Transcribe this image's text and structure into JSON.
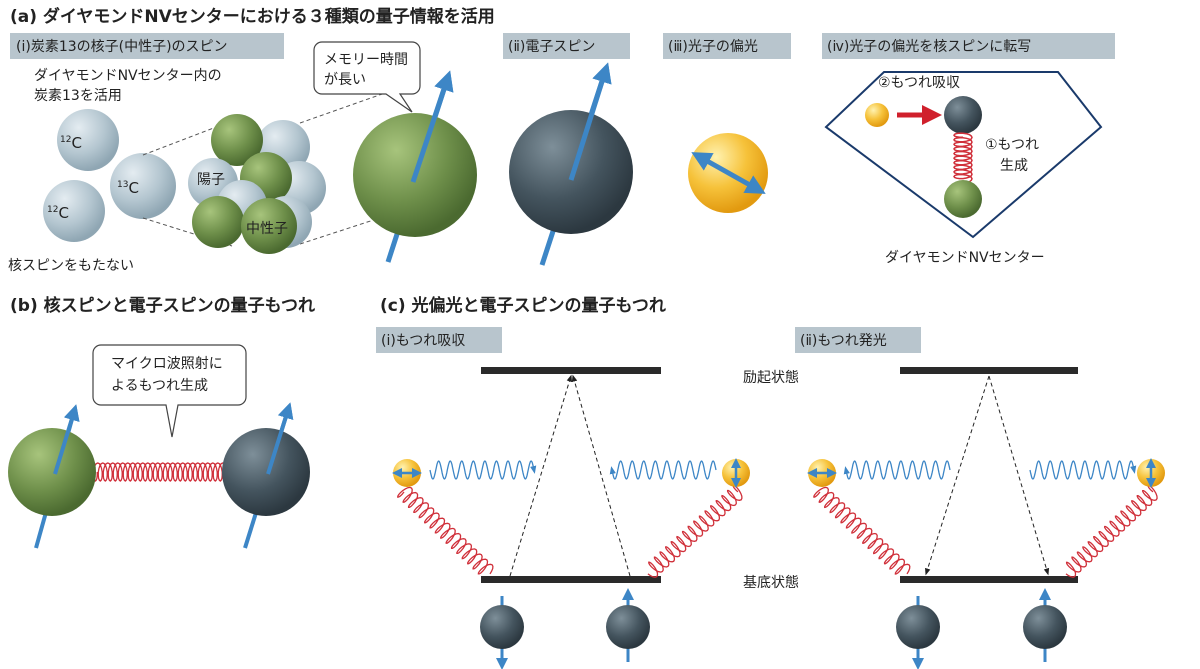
{
  "section_a": {
    "title": "(a) ダイヤモンドNVセンターにおける３種類の量子情報を活用",
    "tag1": "(ⅰ)炭素13の核子(中性子)のスピン",
    "tag2": "(ⅱ)電子スピン",
    "tag3": "(ⅲ)光子の偏光",
    "tag4": "(ⅳ)光子の偏光を核スピンに転写",
    "note_line1": "ダイヤモンドNVセンター内の",
    "note_line2": "炭素13を活用",
    "c12a": "12",
    "c12b": "12",
    "c13": "13",
    "c_symbol": "C",
    "proton": "陽子",
    "neutron": "中性子",
    "no_spin": "核スピンをもたない",
    "bubble_line1": "メモリー時間",
    "bubble_line2": "が長い",
    "absorb": "②もつれ吸収",
    "gen_line1": "①もつれ",
    "gen_line2": "生成",
    "nv_label": "ダイヤモンドNVセンター"
  },
  "section_b": {
    "title": "(b) 核スピンと電子スピンの量子もつれ",
    "bubble_line1": "マイクロ波照射に",
    "bubble_line2": "よるもつれ生成"
  },
  "section_c": {
    "title": "(c) 光偏光と電子スピンの量子もつれ",
    "tag1": "(ⅰ)もつれ吸収",
    "tag2": "(ⅱ)もつれ発光",
    "excited": "励起状態",
    "ground": "基底状態"
  },
  "colors": {
    "green": "#6e8f4a",
    "dark": "#44545e",
    "carbon": "#a9bcc7",
    "yellow": "#f2b41c",
    "arrow": "#3d86c6",
    "spring": "#d0303a",
    "tag": "#b8c5cd"
  }
}
